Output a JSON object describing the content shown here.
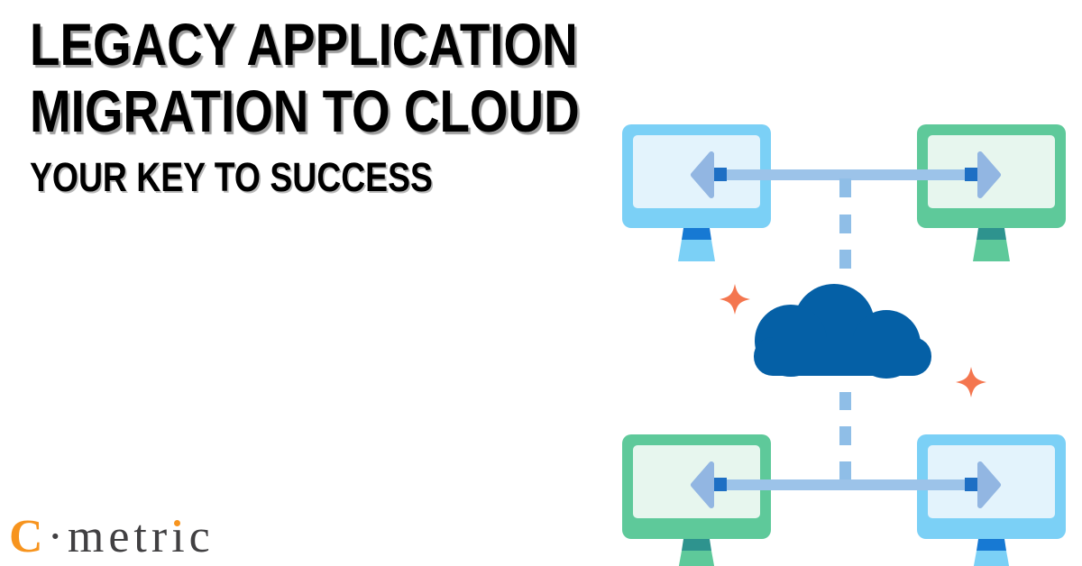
{
  "header": {
    "title_line1": "LEGACY APPLICATION",
    "title_line2": "MIGRATION TO CLOUD",
    "subtitle": "YOUR KEY TO SUCCESS"
  },
  "logo": {
    "prefix": "C",
    "separator": "·",
    "letters": "metr",
    "letter_i": "ı",
    "suffix": "c"
  },
  "colors": {
    "title_shadow": "#9e9e9e",
    "subtitle_shadow": "#b9b9b9",
    "logo_orange": "#f7941e",
    "logo_gray": "#414042",
    "monitor_blue_frame": "#7bd0f6",
    "monitor_blue_screen": "#e3f3fc",
    "monitor_green_frame": "#5ec99a",
    "monitor_green_screen": "#e7f6ee",
    "stand_blue": "#1779d3",
    "stand_teal": "#2e938e",
    "connector_bar": "#9cc3e9",
    "connector_dash": "#8fbee7",
    "arrow_head": "#92b6e2",
    "connector_node": "#1e6fc4",
    "cloud": "#0560a6",
    "sparkle": "#f4764f"
  }
}
